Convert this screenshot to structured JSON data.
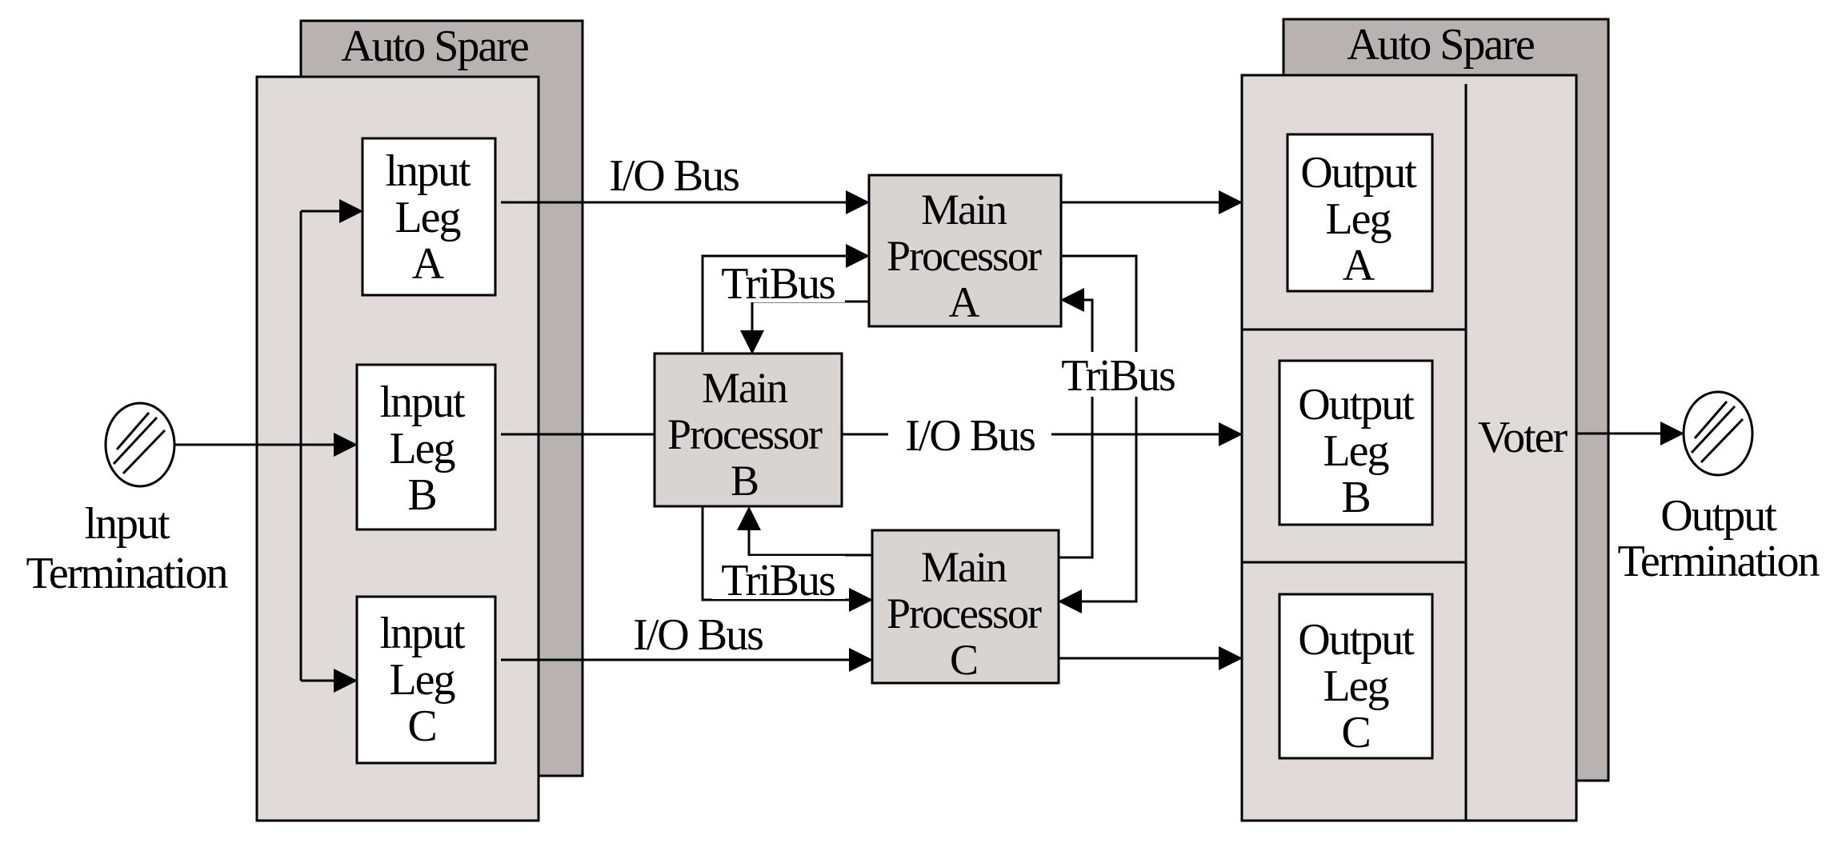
{
  "colors": {
    "background": "#ffffff",
    "panel": "#e0dbd9",
    "shadow": "#b8b2b0",
    "box": "#ffffff",
    "processor": "#d8d4d2",
    "line": "#000000"
  },
  "left_group": {
    "header": "Auto Spare",
    "legs": [
      {
        "line1": "lnput",
        "line2": "Leg",
        "line3": "A"
      },
      {
        "line1": "lnput",
        "line2": "Leg",
        "line3": "B"
      },
      {
        "line1": "lnput",
        "line2": "Leg",
        "line3": "C"
      }
    ]
  },
  "right_group": {
    "header": "Auto Spare",
    "voter": "Voter",
    "legs": [
      {
        "line1": "Output",
        "line2": "Leg",
        "line3": "A"
      },
      {
        "line1": "Output",
        "line2": "Leg",
        "line3": "B"
      },
      {
        "line1": "Output",
        "line2": "Leg",
        "line3": "C"
      }
    ]
  },
  "processors": [
    {
      "line1": "Main",
      "line2": "Processor",
      "line3": "A"
    },
    {
      "line1": "Main",
      "line2": "Processor",
      "line3": "B"
    },
    {
      "line1": "Main",
      "line2": "Processor",
      "line3": "C"
    }
  ],
  "buses": {
    "io_a": "I/O Bus",
    "io_b": "I/O Bus",
    "io_c": "I/O Bus",
    "tribus_ab": "TriBus",
    "tribus_bc": "TriBus",
    "tribus_ac": "TriBus"
  },
  "terminations": {
    "input": {
      "line1": "lnput",
      "line2": "Termination"
    },
    "output": {
      "line1": "Output",
      "line2": "Termination"
    }
  }
}
